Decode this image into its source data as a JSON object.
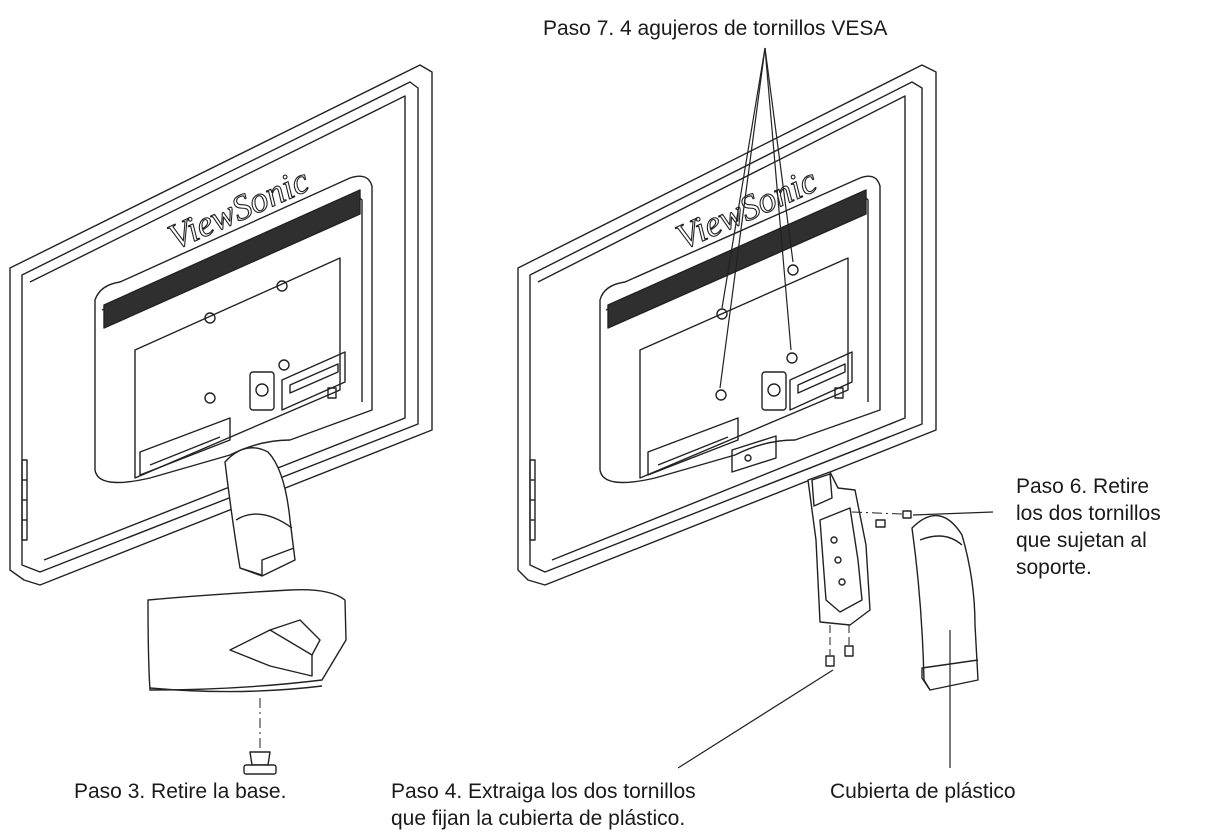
{
  "labels": {
    "step7": "Paso 7. 4 agujeros de tornillos VESA",
    "step6": "Paso 6. Retire\nlos dos tornillos\nque sujetan al\nsoporte.",
    "step3": "Paso 3. Retire la base.",
    "step4": "Paso 4. Extraiga los dos tornillos\nque fijan la cubierta de plástico.",
    "cover": "Cubierta de plástico"
  },
  "brand": "ViewSonic",
  "colors": {
    "line": "#222222",
    "vent": "#333333",
    "background": "#ffffff"
  }
}
